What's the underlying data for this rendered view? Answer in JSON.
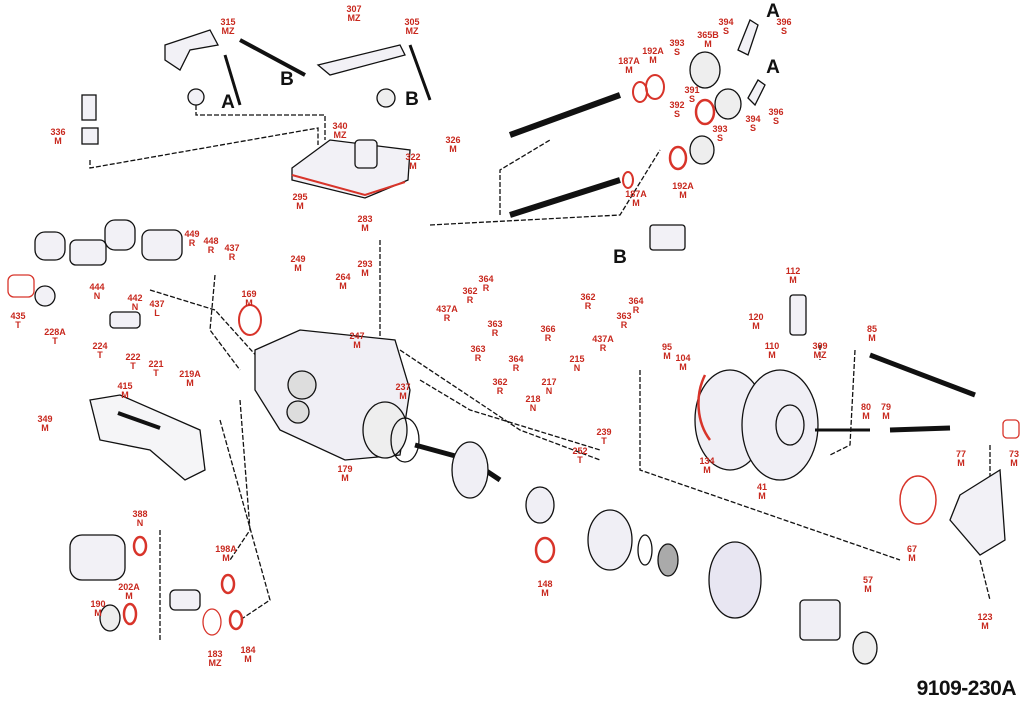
{
  "diagram": {
    "title_code": "9109-230A",
    "colors": {
      "callout": "#c8281e",
      "line": "#111111",
      "seal": "#d8342a"
    },
    "letter_refs": [
      "A",
      "B",
      "B",
      "A",
      "A",
      "B"
    ],
    "callouts": [
      {
        "num": "315",
        "code": "MZ"
      },
      {
        "num": "307",
        "code": "MZ"
      },
      {
        "num": "305",
        "code": "MZ"
      },
      {
        "num": "336",
        "code": "M"
      },
      {
        "num": "340",
        "code": "MZ"
      },
      {
        "num": "326",
        "code": "M"
      },
      {
        "num": "322",
        "code": "M"
      },
      {
        "num": "295",
        "code": "M"
      },
      {
        "num": "283",
        "code": "M"
      },
      {
        "num": "449",
        "code": "R"
      },
      {
        "num": "448",
        "code": "R"
      },
      {
        "num": "437",
        "code": "R"
      },
      {
        "num": "444",
        "code": "N"
      },
      {
        "num": "442",
        "code": "N"
      },
      {
        "num": "437",
        "code": "L"
      },
      {
        "num": "435",
        "code": "T"
      },
      {
        "num": "228A",
        "code": "T"
      },
      {
        "num": "224",
        "code": "T"
      },
      {
        "num": "222",
        "code": "T"
      },
      {
        "num": "221",
        "code": "T"
      },
      {
        "num": "219A",
        "code": "M"
      },
      {
        "num": "169",
        "code": "M"
      },
      {
        "num": "249",
        "code": "M"
      },
      {
        "num": "264",
        "code": "M"
      },
      {
        "num": "293",
        "code": "M"
      },
      {
        "num": "247",
        "code": "M"
      },
      {
        "num": "237",
        "code": "M"
      },
      {
        "num": "415",
        "code": "M"
      },
      {
        "num": "349",
        "code": "M"
      },
      {
        "num": "179",
        "code": "M"
      },
      {
        "num": "388",
        "code": "N"
      },
      {
        "num": "198A",
        "code": "M"
      },
      {
        "num": "202A",
        "code": "M"
      },
      {
        "num": "190",
        "code": "M"
      },
      {
        "num": "183",
        "code": "MZ"
      },
      {
        "num": "184",
        "code": "M"
      },
      {
        "num": "148",
        "code": "M"
      },
      {
        "num": "437A",
        "code": "R"
      },
      {
        "num": "362",
        "code": "R"
      },
      {
        "num": "364",
        "code": "R"
      },
      {
        "num": "363",
        "code": "R"
      },
      {
        "num": "366",
        "code": "R"
      },
      {
        "num": "363",
        "code": "R"
      },
      {
        "num": "364",
        "code": "R"
      },
      {
        "num": "362",
        "code": "R"
      },
      {
        "num": "215",
        "code": "N"
      },
      {
        "num": "217",
        "code": "N"
      },
      {
        "num": "218",
        "code": "N"
      },
      {
        "num": "239",
        "code": "T"
      },
      {
        "num": "252",
        "code": "T"
      },
      {
        "num": "362",
        "code": "R"
      },
      {
        "num": "364",
        "code": "R"
      },
      {
        "num": "363",
        "code": "R"
      },
      {
        "num": "437A",
        "code": "R"
      },
      {
        "num": "394",
        "code": "S"
      },
      {
        "num": "396",
        "code": "S"
      },
      {
        "num": "365B",
        "code": "M"
      },
      {
        "num": "393",
        "code": "S"
      },
      {
        "num": "192A",
        "code": "M"
      },
      {
        "num": "187A",
        "code": "M"
      },
      {
        "num": "391",
        "code": "S"
      },
      {
        "num": "392",
        "code": "S"
      },
      {
        "num": "393",
        "code": "S"
      },
      {
        "num": "394",
        "code": "S"
      },
      {
        "num": "396",
        "code": "S"
      },
      {
        "num": "187A",
        "code": "M"
      },
      {
        "num": "192A",
        "code": "M"
      },
      {
        "num": "112",
        "code": "M"
      },
      {
        "num": "120",
        "code": "M"
      },
      {
        "num": "85",
        "code": "M"
      },
      {
        "num": "95",
        "code": "M"
      },
      {
        "num": "104",
        "code": "M"
      },
      {
        "num": "110",
        "code": "M"
      },
      {
        "num": "309",
        "code": "MZ"
      },
      {
        "num": "80",
        "code": "M"
      },
      {
        "num": "79",
        "code": "M"
      },
      {
        "num": "77",
        "code": "M"
      },
      {
        "num": "73",
        "code": "M"
      },
      {
        "num": "134",
        "code": "M"
      },
      {
        "num": "41",
        "code": "M"
      },
      {
        "num": "67",
        "code": "M"
      },
      {
        "num": "57",
        "code": "M"
      },
      {
        "num": "123",
        "code": "M"
      }
    ]
  }
}
